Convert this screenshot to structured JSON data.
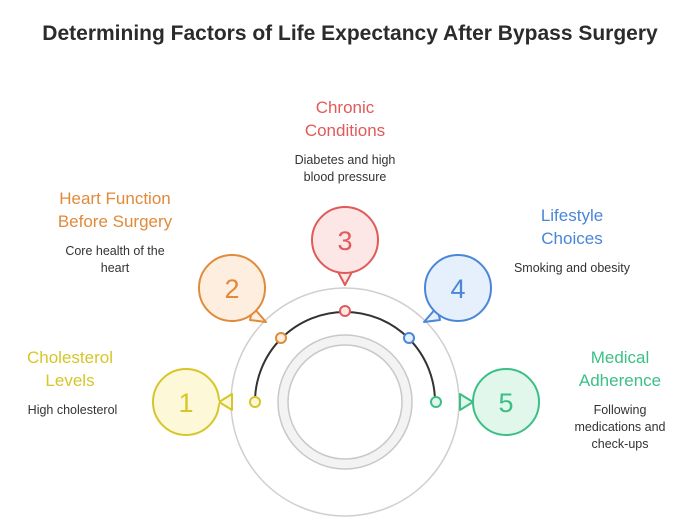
{
  "title": "Determining Factors of Life Expectancy After Bypass Surgery",
  "colors": {
    "yellow": "#d6c62a",
    "orange": "#e08a3a",
    "red": "#e05a5a",
    "blue": "#4a86d8",
    "green": "#3cbf86",
    "ring": "#cfcfcf",
    "arc": "#333333"
  },
  "factors": [
    {
      "number": "1",
      "title": "Cholesterol\nLevels",
      "description": "High cholesterol",
      "color": "#d6c62a",
      "fill": "#fdf8d8"
    },
    {
      "number": "2",
      "title": "Heart Function\nBefore Surgery",
      "description": "Core health of the\nheart",
      "color": "#e08a3a",
      "fill": "#fdeee0"
    },
    {
      "number": "3",
      "title": "Chronic\nConditions",
      "description": "Diabetes and high\nblood pressure",
      "color": "#e05a5a",
      "fill": "#fde6e6"
    },
    {
      "number": "4",
      "title": "Lifestyle\nChoices",
      "description": "Smoking and obesity",
      "color": "#4a86d8",
      "fill": "#e6effc"
    },
    {
      "number": "5",
      "title": "Medical\nAdherence",
      "description": "Following\nmedications and\ncheck-ups",
      "color": "#3cbf86",
      "fill": "#e2f7ec"
    }
  ]
}
